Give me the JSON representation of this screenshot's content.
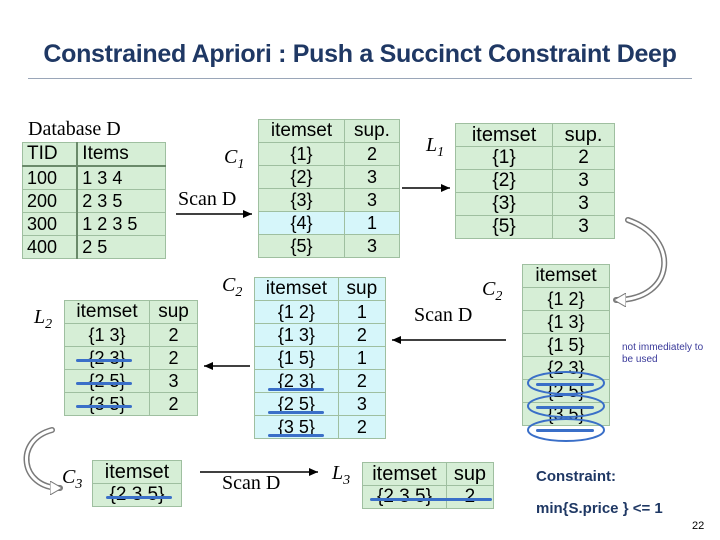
{
  "title": "Constrained Apriori : Push a Succinct Constraint Deep",
  "database_label": "Database D",
  "db_table": {
    "headers": [
      "TID",
      "Items"
    ],
    "rows": [
      [
        "100",
        "1 3 4"
      ],
      [
        "200",
        "2 3 5"
      ],
      [
        "300",
        "1 2 3 5"
      ],
      [
        "400",
        "2 5"
      ]
    ]
  },
  "labels": {
    "c1": "C",
    "c1_sub": "1",
    "l1": "L",
    "l1_sub": "1",
    "c2": "C",
    "c2_sub": "2",
    "c2b": "C",
    "c2b_sub": "2",
    "l2": "L",
    "l2_sub": "2",
    "c3": "C",
    "c3_sub": "3",
    "l3": "L",
    "l3_sub": "3",
    "scan1": "Scan D",
    "scan2": "Scan D",
    "scan3": "Scan D"
  },
  "c1_table": {
    "headers": [
      "itemset",
      "sup."
    ],
    "rows": [
      [
        "{1}",
        "2"
      ],
      [
        "{2}",
        "3"
      ],
      [
        "{3}",
        "3"
      ],
      [
        "{4}",
        "1"
      ],
      [
        "{5}",
        "3"
      ]
    ]
  },
  "l1_table": {
    "headers": [
      "itemset",
      "sup."
    ],
    "rows": [
      [
        "{1}",
        "2"
      ],
      [
        "{2}",
        "3"
      ],
      [
        "{3}",
        "3"
      ],
      [
        "{5}",
        "3"
      ]
    ]
  },
  "c2_table": {
    "headers": [
      "itemset",
      "sup"
    ],
    "rows": [
      [
        "{1 2}",
        "1"
      ],
      [
        "{1 3}",
        "2"
      ],
      [
        "{1 5}",
        "1"
      ],
      [
        "{2 3}",
        "2"
      ],
      [
        "{2 5}",
        "3"
      ],
      [
        "{3 5}",
        "2"
      ]
    ]
  },
  "c2b_table": {
    "headers": [
      "itemset"
    ],
    "rows": [
      [
        "{1 2}"
      ],
      [
        "{1 3}"
      ],
      [
        "{1 5}"
      ],
      [
        "{2 3}"
      ],
      [
        "{2 5}"
      ],
      [
        "{3 5}"
      ]
    ]
  },
  "l2_table": {
    "headers": [
      "itemset",
      "sup"
    ],
    "rows": [
      [
        "{1 3}",
        "2"
      ],
      [
        "{2 3}",
        "2"
      ],
      [
        "{2 5}",
        "3"
      ],
      [
        "{3 5}",
        "2"
      ]
    ]
  },
  "c3_table": {
    "headers": [
      "itemset"
    ],
    "rows": [
      [
        "{2 3 5}"
      ]
    ]
  },
  "l3_table": {
    "headers": [
      "itemset",
      "sup"
    ],
    "rows": [
      [
        "{2 3 5}",
        "2"
      ]
    ]
  },
  "note": "not immediately to be used",
  "constraint_title": "Constraint:",
  "constraint_expr": "min{S.price } <= 1",
  "page_number": "22",
  "colors": {
    "title": "#1f3864",
    "strike": "#3a6fc8",
    "table_green": "#d6eed6",
    "table_cyan": "#d6f6fa",
    "circle": "#3a6fc8",
    "arrow": "#000000"
  }
}
